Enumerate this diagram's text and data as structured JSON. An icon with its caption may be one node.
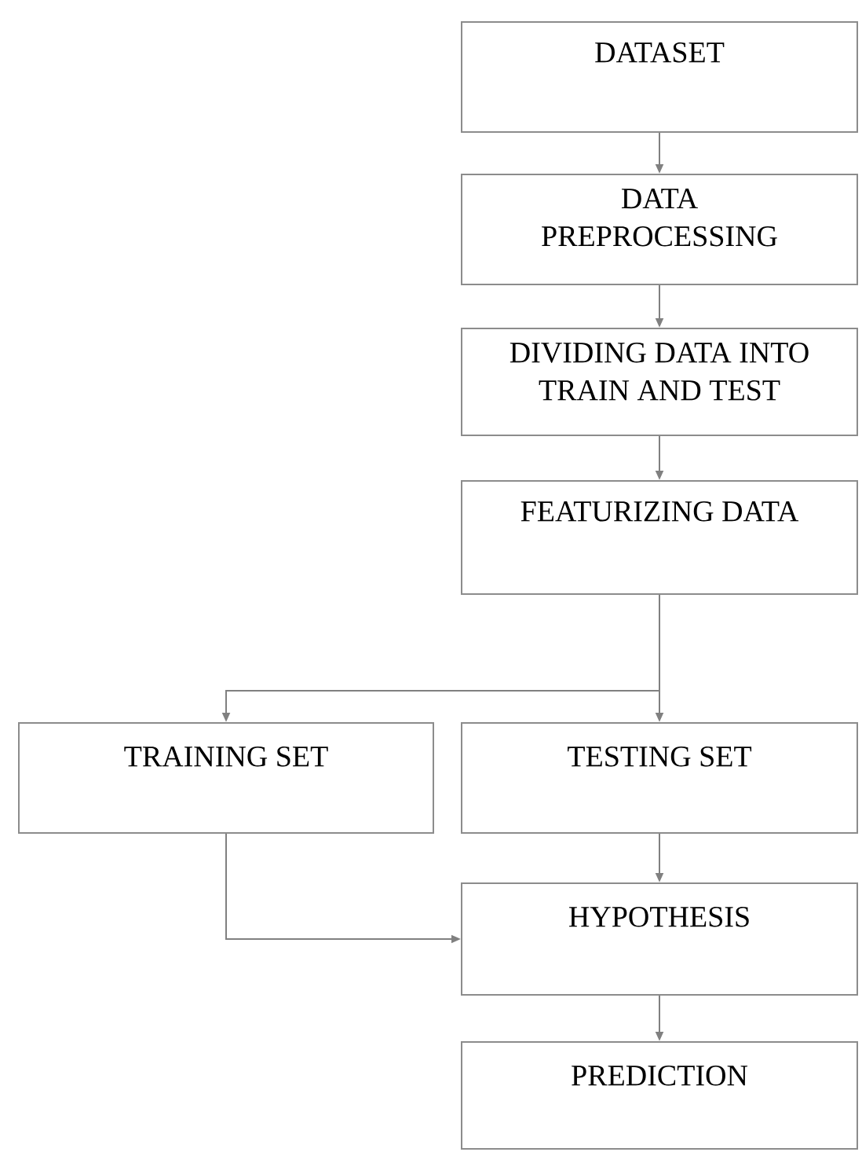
{
  "diagram": {
    "nodes": [
      {
        "text": [
          "DATASET"
        ]
      },
      {
        "text": [
          "DATA PREPROCESSING"
        ]
      },
      {
        "text": [
          "DIVIDING DATA INTO TRAIN AND TEST"
        ]
      },
      {
        "text": [
          "FEATURIZING DATA"
        ]
      },
      {
        "text": [
          "TRAINING SET"
        ]
      },
      {
        "text": [
          "TESTING SET"
        ]
      },
      {
        "text": [
          "HYPOTHESIS"
        ]
      },
      {
        "text": [
          "PREDICTION"
        ]
      }
    ],
    "edges": [
      {
        "from": 0,
        "to": 1,
        "arrow": "to"
      },
      {
        "from": 1,
        "to": 2,
        "arrow": "to"
      },
      {
        "from": 2,
        "to": 3,
        "arrow": "to"
      },
      {
        "from": 3,
        "to": 4,
        "arrow": "to"
      },
      {
        "from": 3,
        "to": 5,
        "arrow": "to"
      },
      {
        "from": 5,
        "to": 6,
        "arrow": "to"
      },
      {
        "from": 4,
        "to": 6,
        "arrow": "to"
      },
      {
        "from": 6,
        "to": 7,
        "arrow": "to"
      }
    ]
  }
}
